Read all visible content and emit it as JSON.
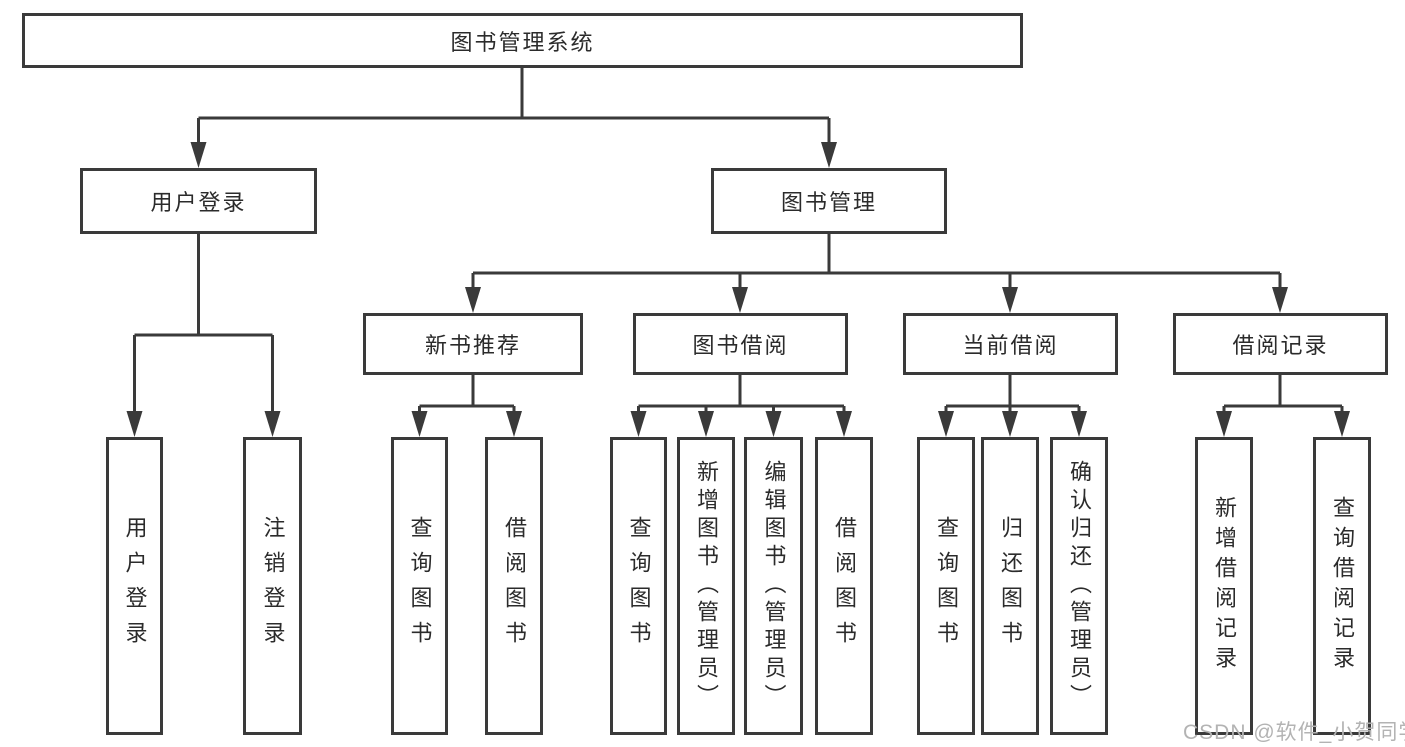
{
  "tree": {
    "label": "图书管理系统",
    "children": [
      {
        "label": "用户登录",
        "children": [
          {
            "label": "用户登录"
          },
          {
            "label": "注销登录"
          }
        ]
      },
      {
        "label": "图书管理",
        "children": [
          {
            "label": "新书推荐",
            "children": [
              {
                "label": "查询图书"
              },
              {
                "label": "借阅图书"
              }
            ]
          },
          {
            "label": "图书借阅",
            "children": [
              {
                "label": "查询图书"
              },
              {
                "label": "新增图书（管理员）"
              },
              {
                "label": "编辑图书（管理员）"
              },
              {
                "label": "借阅图书"
              }
            ]
          },
          {
            "label": "当前借阅",
            "children": [
              {
                "label": "查询图书"
              },
              {
                "label": "归还图书"
              },
              {
                "label": "确认归还（管理员）"
              }
            ]
          },
          {
            "label": "借阅记录",
            "children": [
              {
                "label": "新增借阅记录"
              },
              {
                "label": "查询借阅记录"
              }
            ]
          }
        ]
      }
    ]
  },
  "watermark": {
    "text": "CSDN @软件_小贺同学"
  },
  "colors": {
    "border": "#3a3a3a",
    "text": "#2b2b2b",
    "background": "#ffffff",
    "watermark": "#b3b3b3"
  }
}
